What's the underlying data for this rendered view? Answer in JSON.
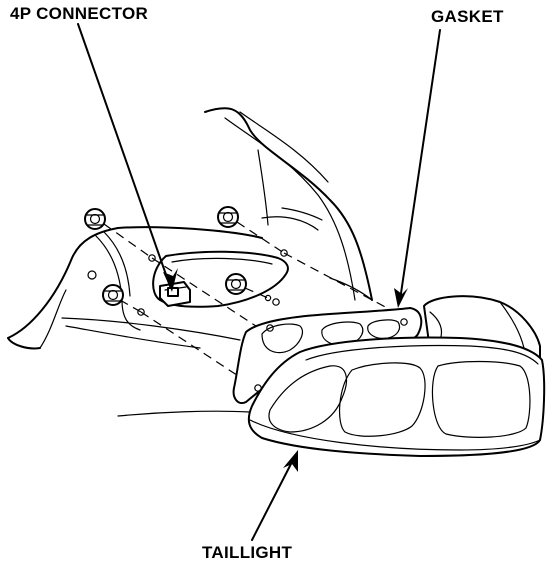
{
  "labels": {
    "connector": "4P CONNECTOR",
    "gasket": "GASKET",
    "taillight": "TAILLIGHT"
  }
}
